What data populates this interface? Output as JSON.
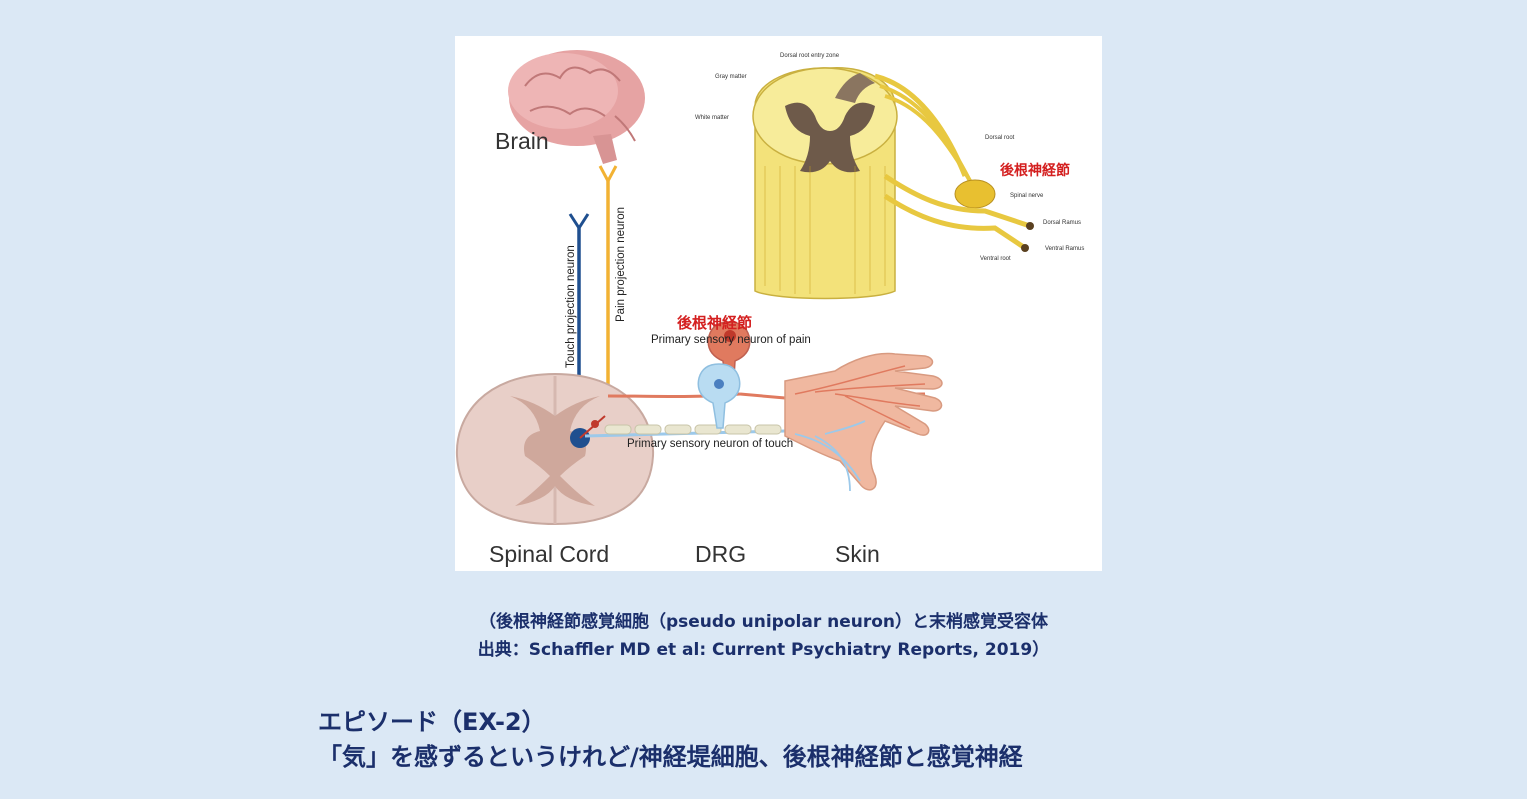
{
  "figure": {
    "labels": {
      "brain": "Brain",
      "spinal_cord": "Spinal Cord",
      "drg": "DRG",
      "skin": "Skin",
      "touch_projection": "Touch projection neuron",
      "pain_projection": "Pain projection neuron",
      "drg_jp": "後根神経節",
      "pain_primary": "Primary sensory neuron of pain",
      "touch_primary": "Primary sensory neuron of touch"
    },
    "inset": {
      "dorsal_root_entry_zone": "Dorsal root entry zone",
      "gray_matter": "Gray matter",
      "white_matter": "White matter",
      "dorsal_root": "Dorsal root",
      "drg_jp": "後根神経節",
      "spinal_nerve": "Spinal nerve",
      "dorsal_ramus": "Dorsal Ramus",
      "ventral_ramus": "Ventral Ramus",
      "ventral_root": "Ventral root"
    },
    "colors": {
      "touch": "#1f4f8f",
      "pain": "#f2b233",
      "pain_fiber": "#e07a5f",
      "touch_fiber": "#9cc9ea"
    }
  },
  "caption": {
    "line1": "（後根神経節感覚細胞（pseudo unipolar neuron）と末梢感覚受容体",
    "line2": "出典：Schaffler MD et al: Current Psychiatry Reports, 2019）"
  },
  "title": {
    "line1": "エピソード（EX-2）",
    "line2": "「気」を感ずるというけれど/神経堤細胞、後根神経節と感覚神経"
  }
}
